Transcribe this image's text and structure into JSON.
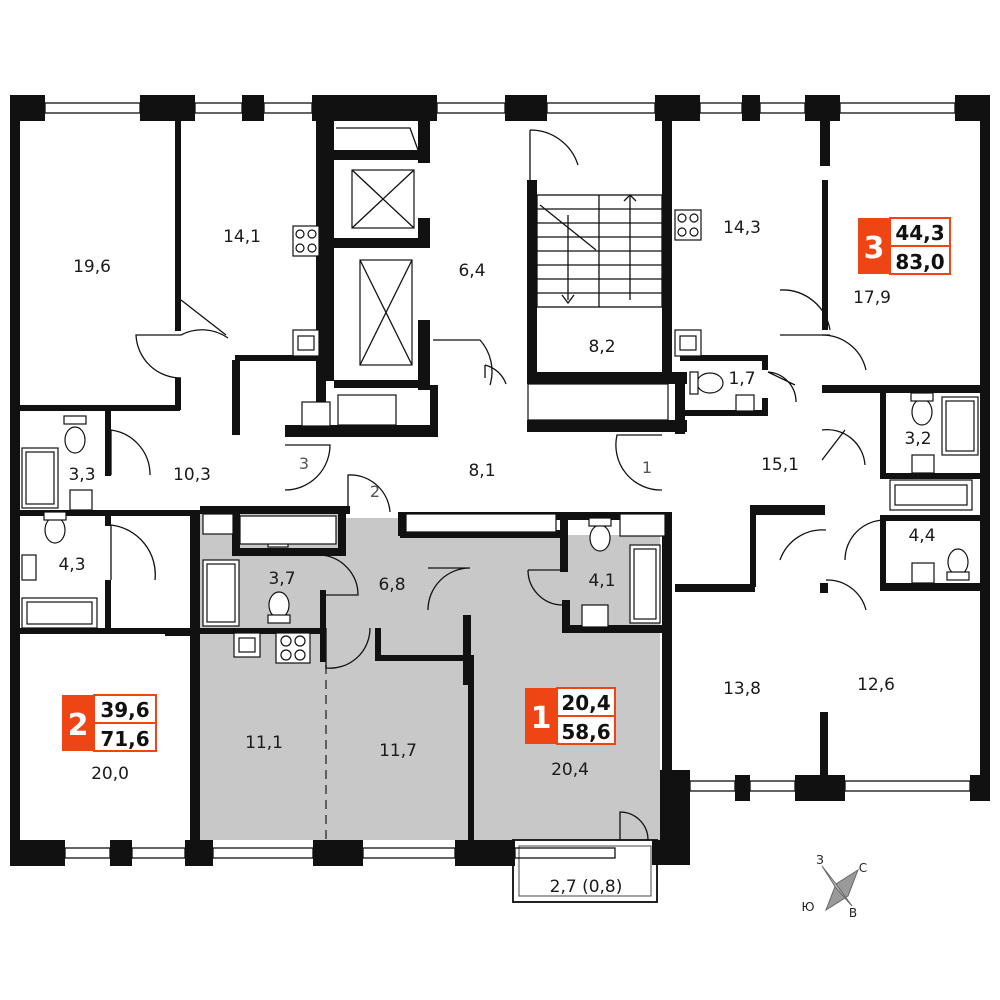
{
  "colors": {
    "accent": "#ef4414",
    "wall": "#111111",
    "highlight_fill": "#c8c8c8"
  },
  "rooms": {
    "r19_6": "19,6",
    "r14_1": "14,1",
    "r6_4": "6,4",
    "r8_2": "8,2",
    "r14_3": "14,3",
    "r17_9": "17,9",
    "r3_3": "3,3",
    "r10_3": "10,3",
    "r8_1": "8,1",
    "r1_7": "1,7",
    "r15_1": "15,1",
    "r3_2": "3,2",
    "r4_3": "4,3",
    "r3_7": "3,7",
    "r6_8": "6,8",
    "r4_1": "4,1",
    "r4_4": "4,4",
    "r13_8": "13,8",
    "r12_6": "12,6",
    "r11_1": "11,1",
    "r11_7": "11,7",
    "r20_4": "20,4",
    "r20_0": "20,0",
    "balcony": "2,7 (0,8)"
  },
  "entrances": {
    "e1": "1",
    "e2": "2",
    "e3": "3"
  },
  "apartments": {
    "apt1": {
      "number": "1",
      "living": "20,4",
      "total": "58,6"
    },
    "apt2": {
      "number": "2",
      "living": "39,6",
      "total": "71,6"
    },
    "apt3": {
      "number": "3",
      "living": "44,3",
      "total": "83,0"
    }
  },
  "compass": {
    "n": "С",
    "w": "З",
    "e": "В",
    "s": "Ю"
  }
}
